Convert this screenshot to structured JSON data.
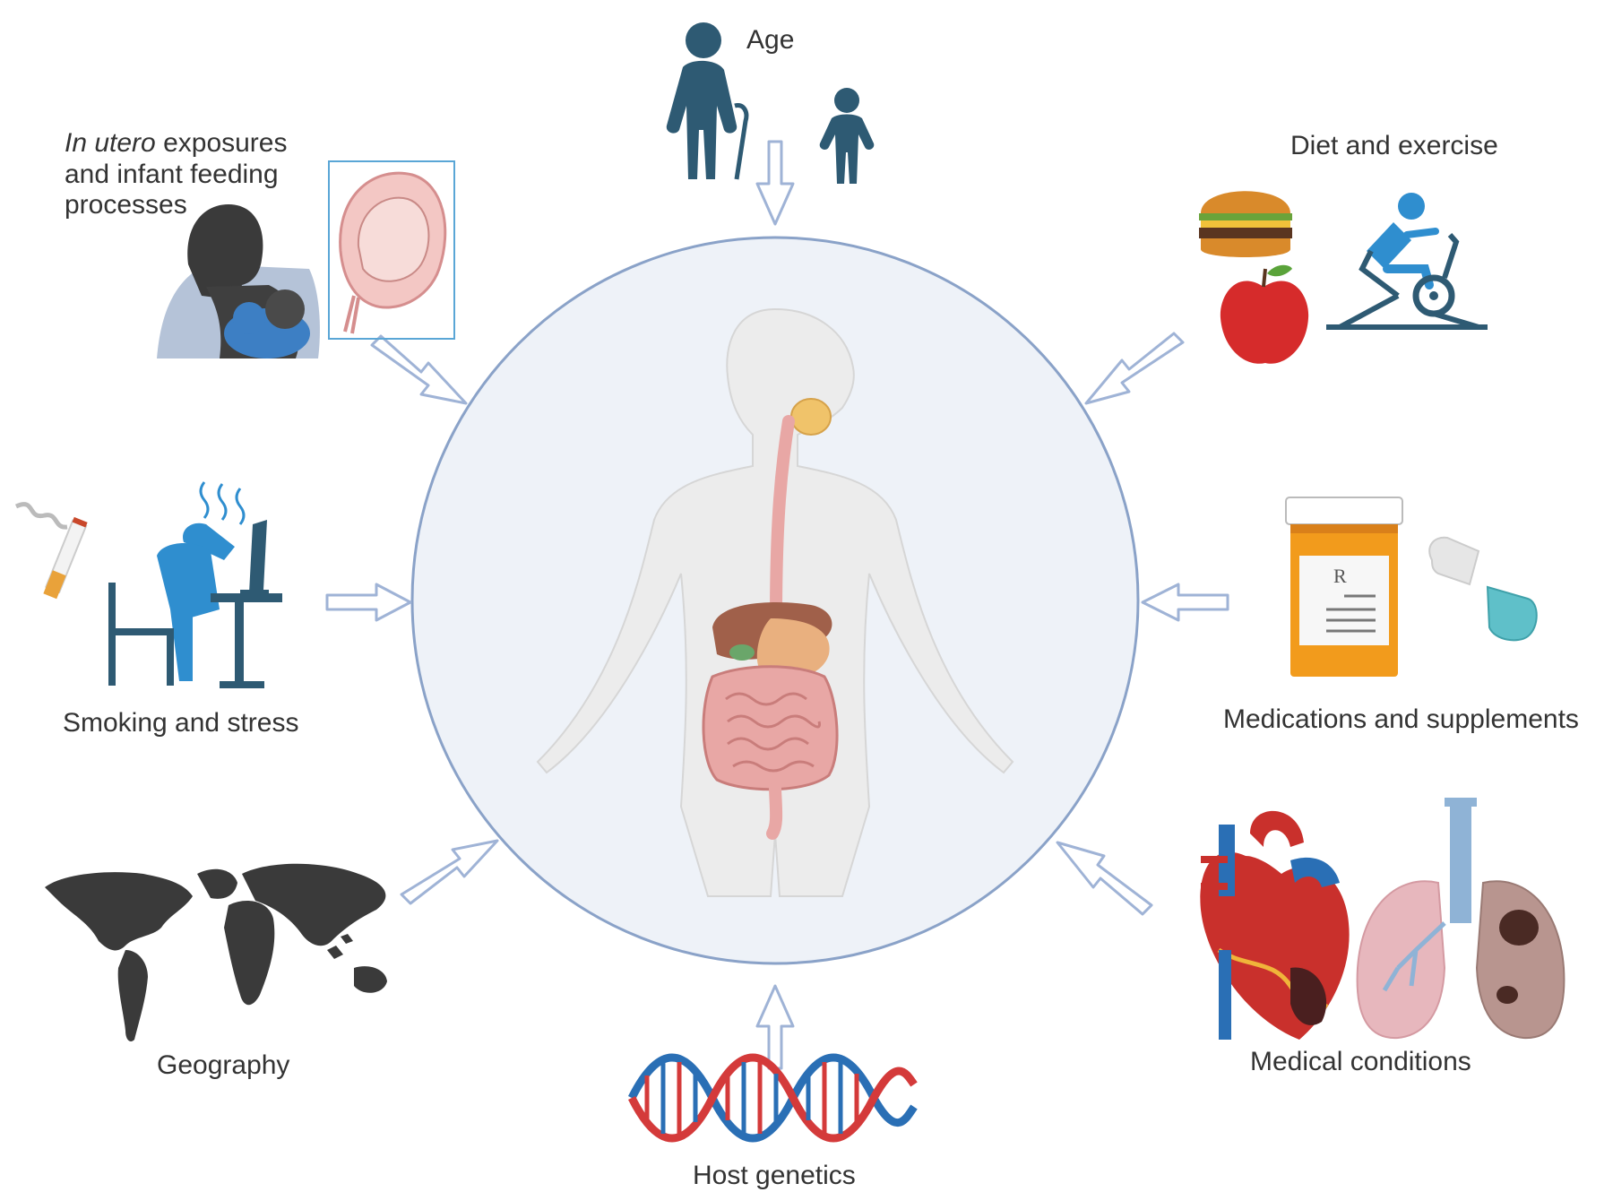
{
  "labels": {
    "age": "Age",
    "in_utero_italic": "In utero",
    "in_utero_line1_rest": " exposures",
    "in_utero_line2": "and infant feeding",
    "in_utero_line3": "processes",
    "diet": "Diet and exercise",
    "smoking": "Smoking and stress",
    "medications": "Medications and supplements",
    "geography": "Geography",
    "genetics": "Host genetics",
    "medical": "Medical conditions",
    "rx": "R"
  },
  "colors": {
    "circle_fill": "#eef2f8",
    "circle_stroke": "#8aa2c8",
    "arrow_stroke": "#9fb3d6",
    "arrow_fill": "#ffffff",
    "person_dark": "#2e5a73",
    "person_blue": "#2f8ecf",
    "body": "#ececec",
    "gut": "#e8a7a5",
    "liver": "#a0604a",
    "map": "#3a3a3a",
    "pill_orange": "#f29b1c",
    "dna_red": "#d43a3a",
    "dna_blue": "#2a6fb5",
    "heart_red": "#c9302c",
    "lung_pink": "#e7b7bd"
  },
  "icons": [
    "elderly-person-icon",
    "child-icon",
    "breastfeeding-mother-icon",
    "fetus-uterus-icon",
    "burger-icon",
    "apple-icon",
    "exercise-bike-icon",
    "cigarette-icon",
    "stressed-worker-icon",
    "pill-bottle-icon",
    "capsule-icon",
    "world-map-icon",
    "dna-helix-icon",
    "heart-icon",
    "lungs-icon",
    "human-digestive-system-icon"
  ]
}
